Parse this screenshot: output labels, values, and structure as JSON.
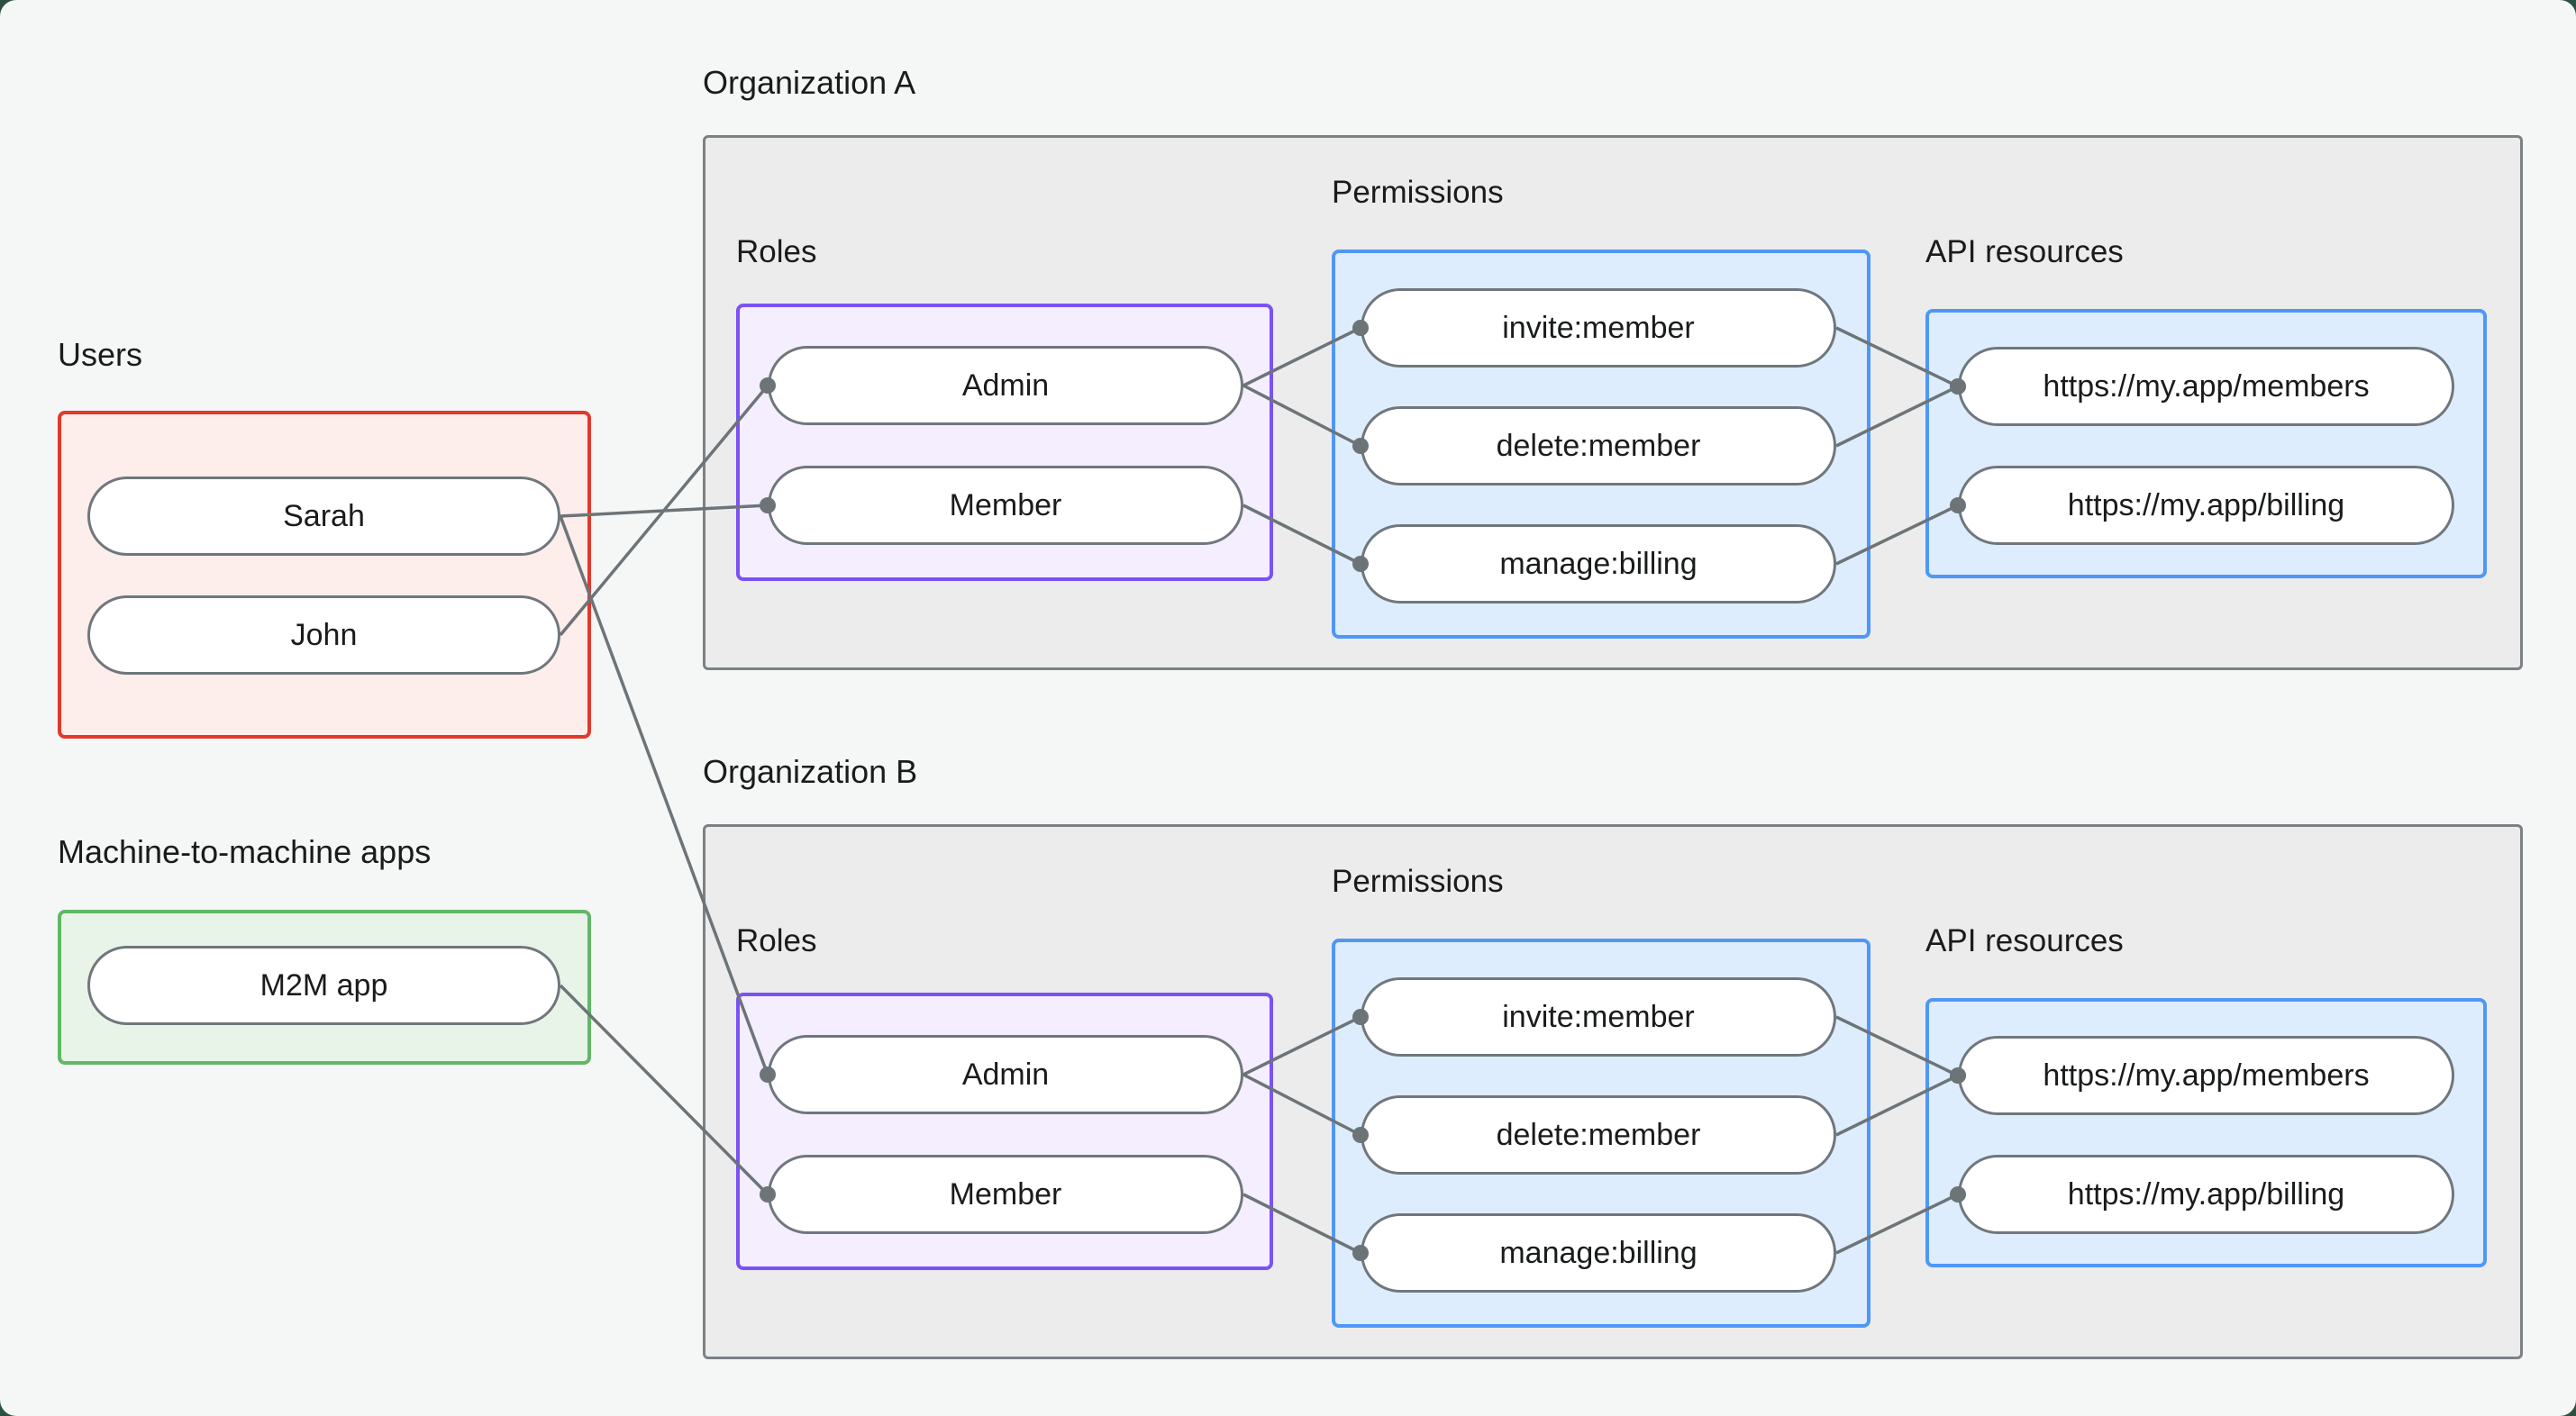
{
  "colors": {
    "page_bg": "#f5f7f6",
    "outside_bg": "#2c5140",
    "org_fill": "#ececec",
    "org_border": "#7b8185",
    "red_border": "#e2382c",
    "red_fill": "#fdedeb",
    "green_border": "#61b766",
    "green_fill": "#e9f4e8",
    "purple_border": "#7a52f5",
    "purple_fill": "#f4eefe",
    "blue_border": "#4f97f7",
    "blue_fill": "#deedfd",
    "pill_border": "#70777c",
    "pill_fill": "#ffffff",
    "line": "#6d7478",
    "text": "#191b1c"
  },
  "users": {
    "label": "Users",
    "nodes": [
      {
        "id": "sarah",
        "label": "Sarah"
      },
      {
        "id": "john",
        "label": "John"
      }
    ]
  },
  "m2m": {
    "label": "Machine-to-machine apps",
    "nodes": [
      {
        "id": "m2m-app",
        "label": "M2M app"
      }
    ]
  },
  "org_a": {
    "label": "Organization A",
    "roles_label": "Roles",
    "permissions_label": "Permissions",
    "api_label": "API resources",
    "roles": [
      {
        "id": "a-admin",
        "label": "Admin"
      },
      {
        "id": "a-member",
        "label": "Member"
      }
    ],
    "permissions": [
      {
        "id": "a-invite",
        "label": "invite:member"
      },
      {
        "id": "a-delete",
        "label": "delete:member"
      },
      {
        "id": "a-manage",
        "label": "manage:billing"
      }
    ],
    "apis": [
      {
        "id": "a-members",
        "label": "https://my.app/members"
      },
      {
        "id": "a-billing",
        "label": "https://my.app/billing"
      }
    ]
  },
  "org_b": {
    "label": "Organization B",
    "roles_label": "Roles",
    "permissions_label": "Permissions",
    "api_label": "API resources",
    "roles": [
      {
        "id": "b-admin",
        "label": "Admin"
      },
      {
        "id": "b-member",
        "label": "Member"
      }
    ],
    "permissions": [
      {
        "id": "b-invite",
        "label": "invite:member"
      },
      {
        "id": "b-delete",
        "label": "delete:member"
      },
      {
        "id": "b-manage",
        "label": "manage:billing"
      }
    ],
    "apis": [
      {
        "id": "b-members",
        "label": "https://my.app/members"
      },
      {
        "id": "b-billing",
        "label": "https://my.app/billing"
      }
    ]
  },
  "edges": [
    {
      "from": "sarah",
      "to": "a-member"
    },
    {
      "from": "john",
      "to": "a-admin"
    },
    {
      "from": "sarah",
      "to": "b-admin"
    },
    {
      "from": "m2m-app",
      "to": "b-member"
    },
    {
      "from": "a-admin",
      "to": "a-invite"
    },
    {
      "from": "a-admin",
      "to": "a-delete"
    },
    {
      "from": "a-member",
      "to": "a-manage"
    },
    {
      "from": "a-invite",
      "to": "a-members"
    },
    {
      "from": "a-delete",
      "to": "a-members"
    },
    {
      "from": "a-manage",
      "to": "a-billing"
    },
    {
      "from": "b-admin",
      "to": "b-invite"
    },
    {
      "from": "b-admin",
      "to": "b-delete"
    },
    {
      "from": "b-member",
      "to": "b-manage"
    },
    {
      "from": "b-invite",
      "to": "b-members"
    },
    {
      "from": "b-delete",
      "to": "b-members"
    },
    {
      "from": "b-manage",
      "to": "b-billing"
    }
  ]
}
